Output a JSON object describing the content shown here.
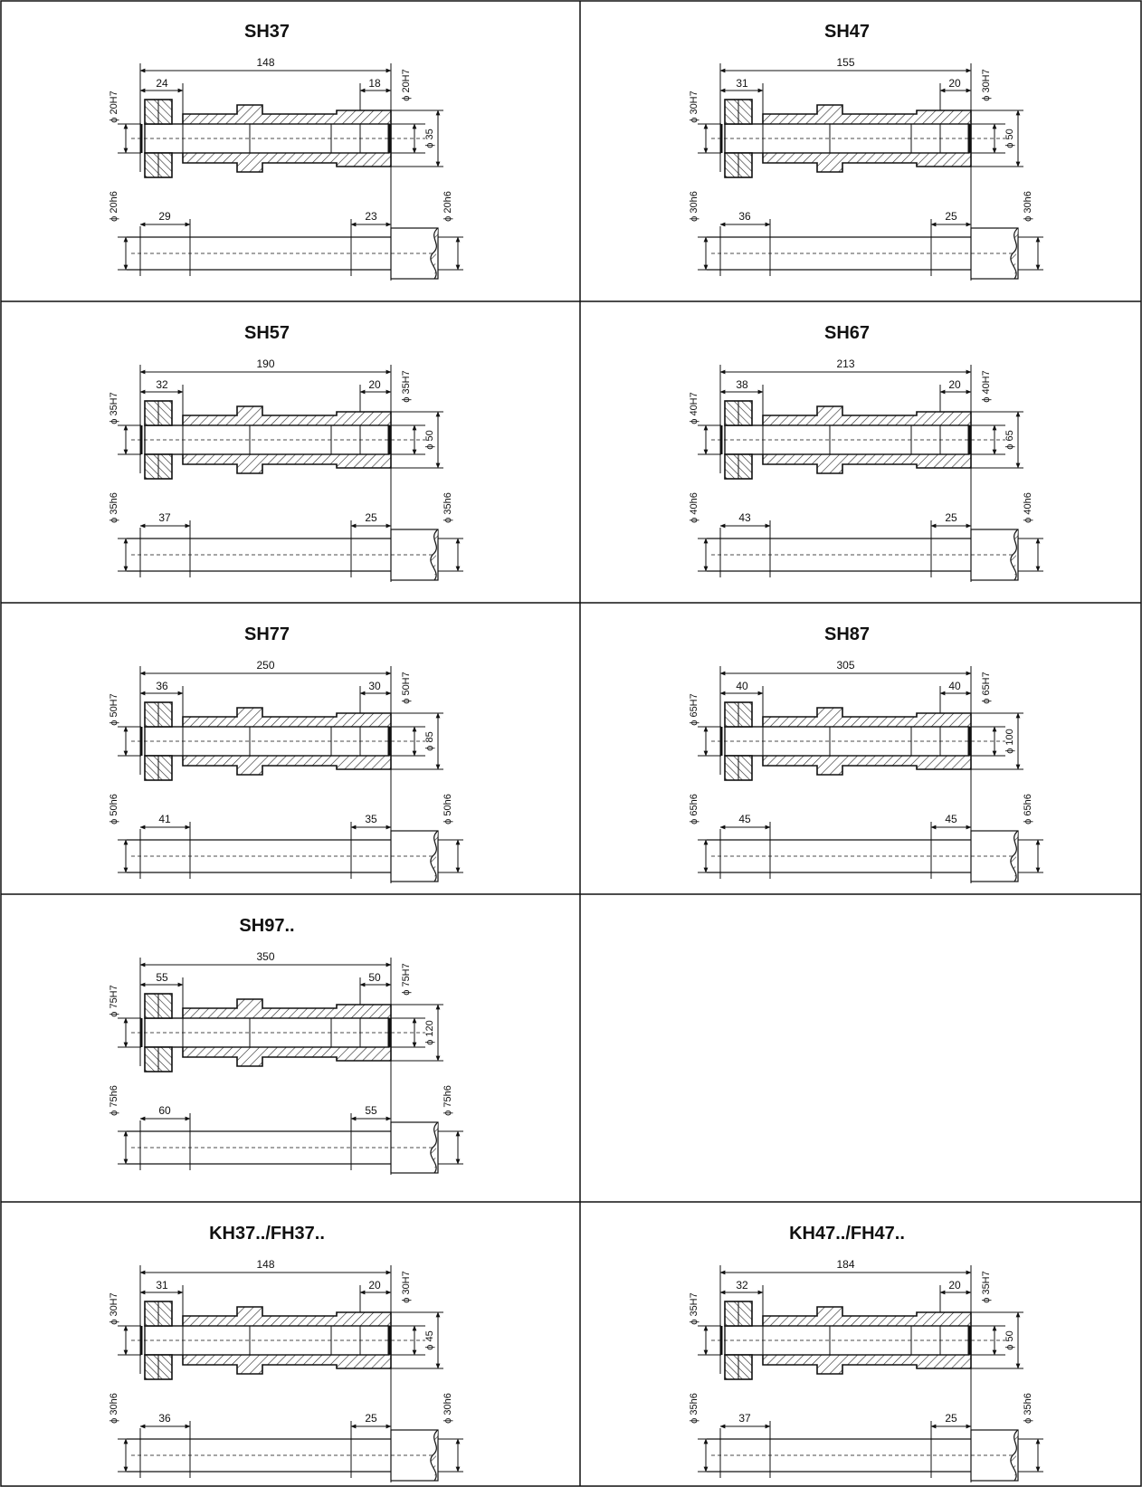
{
  "cells": [
    {
      "title": "SH37",
      "total": "148",
      "boreL": "24",
      "boreR": "18",
      "diaL": "ϕ 20H7",
      "diaR": "ϕ 20H7",
      "diaBig": "ϕ 35",
      "shaftL": "29",
      "shaftR": "23",
      "shaftDiaL": "ϕ 20h6",
      "shaftDiaR": "ϕ 20h6"
    },
    {
      "title": "SH47",
      "total": "155",
      "boreL": "31",
      "boreR": "20",
      "diaL": "ϕ 30H7",
      "diaR": "ϕ 30H7",
      "diaBig": "ϕ 50",
      "shaftL": "36",
      "shaftR": "25",
      "shaftDiaL": "ϕ 30h6",
      "shaftDiaR": "ϕ 30h6"
    },
    {
      "title": "SH57",
      "total": "190",
      "boreL": "32",
      "boreR": "20",
      "diaL": "ϕ 35H7",
      "diaR": "ϕ 35H7",
      "diaBig": "ϕ 50",
      "shaftL": "37",
      "shaftR": "25",
      "shaftDiaL": "ϕ 35h6",
      "shaftDiaR": "ϕ 35h6"
    },
    {
      "title": "SH67",
      "total": "213",
      "boreL": "38",
      "boreR": "20",
      "diaL": "ϕ 40H7",
      "diaR": "ϕ 40H7",
      "diaBig": "ϕ 65",
      "shaftL": "43",
      "shaftR": "25",
      "shaftDiaL": "ϕ 40h6",
      "shaftDiaR": "ϕ 40h6"
    },
    {
      "title": "SH77",
      "total": "250",
      "boreL": "36",
      "boreR": "30",
      "diaL": "ϕ 50H7",
      "diaR": "ϕ 50H7",
      "diaBig": "ϕ 85",
      "shaftL": "41",
      "shaftR": "35",
      "shaftDiaL": "ϕ 50h6",
      "shaftDiaR": "ϕ 50h6"
    },
    {
      "title": "SH87",
      "total": "305",
      "boreL": "40",
      "boreR": "40",
      "diaL": "ϕ 65H7",
      "diaR": "ϕ 65H7",
      "diaBig": "ϕ 100",
      "shaftL": "45",
      "shaftR": "45",
      "shaftDiaL": "ϕ 65h6",
      "shaftDiaR": "ϕ 65h6"
    },
    {
      "title": "SH97..",
      "total": "350",
      "boreL": "55",
      "boreR": "50",
      "diaL": "ϕ 75H7",
      "diaR": "ϕ 75H7",
      "diaBig": "ϕ 120",
      "shaftL": "60",
      "shaftR": "55",
      "shaftDiaL": "ϕ 75h6",
      "shaftDiaR": "ϕ 75h6"
    },
    null,
    {
      "title": "KH37../FH37..",
      "total": "148",
      "boreL": "31",
      "boreR": "20",
      "diaL": "ϕ 30H7",
      "diaR": "ϕ 30H7",
      "diaBig": "ϕ 45",
      "shaftL": "36",
      "shaftR": "25",
      "shaftDiaL": "ϕ 30h6",
      "shaftDiaR": "ϕ 30h6"
    },
    {
      "title": "KH47../FH47..",
      "total": "184",
      "boreL": "32",
      "boreR": "20",
      "diaL": "ϕ 35H7",
      "diaR": "ϕ 35H7",
      "diaBig": "ϕ 50",
      "shaftL": "37",
      "shaftR": "25",
      "shaftDiaL": "ϕ 35h6",
      "shaftDiaR": "ϕ 35h6"
    }
  ]
}
